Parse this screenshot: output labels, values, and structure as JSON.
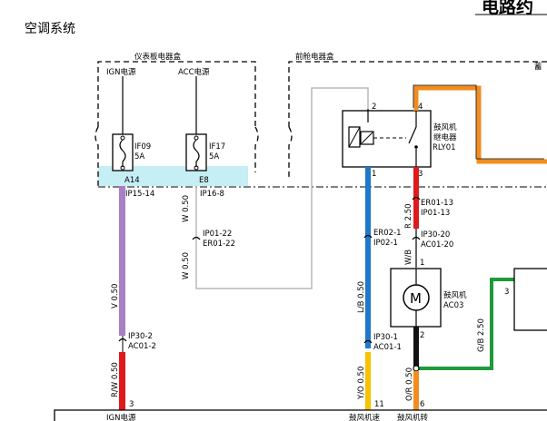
{
  "page": {
    "title": "电路约",
    "section": "空调系统"
  },
  "boxes": {
    "instrument_panel_box": "仪表板电器盒",
    "front_cabin_box": "前舱电器盒",
    "right_box_partial": "蓄"
  },
  "fuses": [
    {
      "label_top": "IGN电源",
      "name": "IF09",
      "rating": "5A",
      "pin": "A14",
      "connector": "IP15-14"
    },
    {
      "label_top": "ACC电源",
      "name": "IF17",
      "rating": "5A",
      "pin": "E8",
      "connector": "IP16-8"
    }
  ],
  "relay": {
    "name": "鼓风机",
    "name2": "继电器",
    "code": "RLY01",
    "pins": [
      "2",
      "4",
      "1",
      "3"
    ]
  },
  "motor": {
    "symbol": "M",
    "name": "鼓风机",
    "code": "AC03",
    "pin_top": "1",
    "pin_bottom": "2"
  },
  "connectors": {
    "er01_13": "ER01-13",
    "ip01_13": "IP01-13",
    "er02_1": "ER02-1",
    "ip02_1": "IP02-1",
    "ip30_20": "IP30-20",
    "ac01_20": "AC01-20",
    "ip01_22": "IP01-22",
    "er01_22": "ER01-22",
    "ip30_2": "IP30-2",
    "ac01_2": "AC01-2",
    "ip30_1": "IP30-1",
    "ac01_1": "AC01-1"
  },
  "wires": {
    "v_050": "V 0.50",
    "w_050_a": "W 0.50",
    "w_050_b": "W 0.50",
    "r_250": "R 2.50",
    "lb_050": "L/B 0.50",
    "wb": "W/B",
    "gb_250": "G/B 2.50",
    "rw_050": "R/W 0.50",
    "yo_050": "Y/O 0.50",
    "or_050": "O/R 0.50"
  },
  "right_block": {
    "pin": "3"
  },
  "bottom": {
    "pin_3": "3",
    "pin_11": "11",
    "pin_6": "6",
    "ign_label": "IGN电源",
    "blower_label": "鼓风机速",
    "blower_label2": "鼓风机转"
  },
  "colors": {
    "violet": "#a87fc4",
    "red": "#e0191b",
    "blue": "#1f78c8",
    "orange": "#f28c1e",
    "yellow": "#f5c200",
    "green": "#1f9a3a",
    "fuse_band": "#c5eef5",
    "white_wire": "#b8b8b8"
  }
}
